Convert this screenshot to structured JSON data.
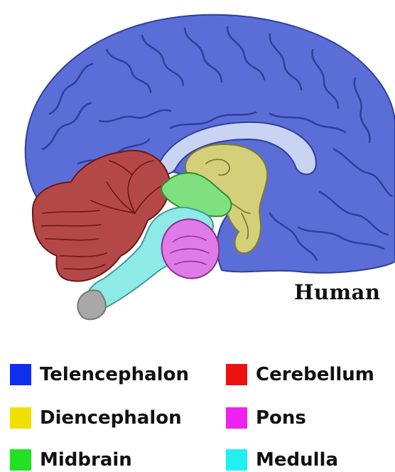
{
  "caption": "Human",
  "legend": [
    {
      "label": "Telencephalon",
      "color": "#1030f0"
    },
    {
      "label": "Cerebellum",
      "color": "#ee1111"
    },
    {
      "label": "Diencephalon",
      "color": "#f0e000"
    },
    {
      "label": "Pons",
      "color": "#ee22ee"
    },
    {
      "label": "Midbrain",
      "color": "#22e022"
    },
    {
      "label": "Medulla",
      "color": "#22f0f0"
    }
  ],
  "regions": {
    "telencephalon": {
      "fill": "#5b6ed8",
      "fold": "#2e3f9c",
      "inner": "#c9d3f2"
    },
    "cerebellum": {
      "fill": "#b44848",
      "fold": "#6e1616"
    },
    "diencephalon": {
      "fill": "#d4d07a",
      "fold": "#7e7a2e"
    },
    "midbrain": {
      "fill": "#7ee07e",
      "fold": "#2e8e2e"
    },
    "pons": {
      "fill": "#e07ae6",
      "fold": "#8e2e94"
    },
    "medulla": {
      "fill": "#8eeae6",
      "fold": "#3e9c98"
    },
    "spinal_cord": {
      "fill": "#a8a8a8"
    }
  }
}
